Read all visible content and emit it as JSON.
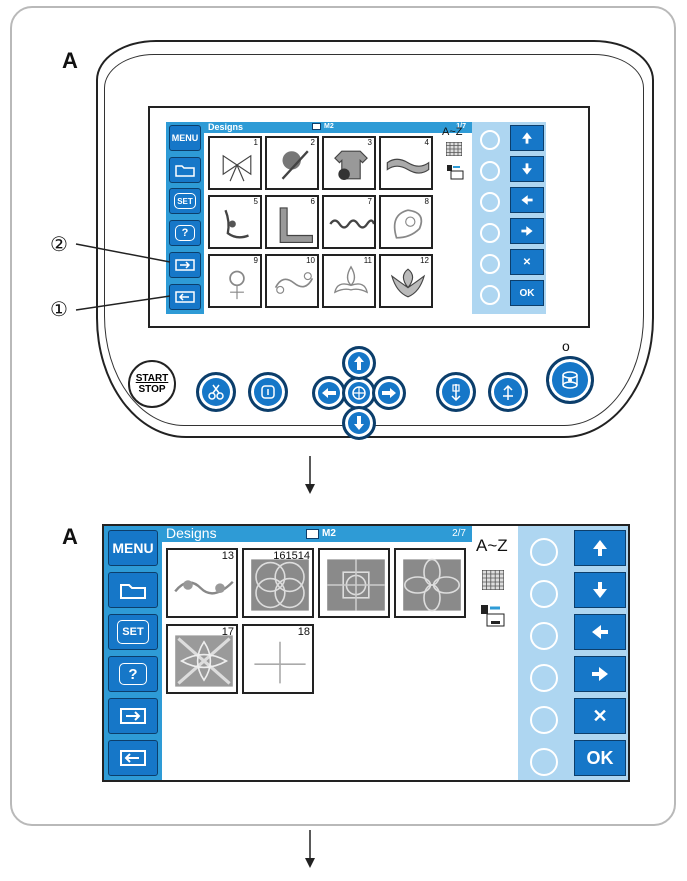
{
  "figure_label": "A",
  "callouts": [
    "②",
    "①"
  ],
  "hardware": {
    "start_stop_line1": "START",
    "start_stop_line2": "STOP",
    "indicator": "o",
    "buttons": [
      "scissors-icon",
      "auto-lock-icon",
      "jog-left-icon",
      "jog-center-icon",
      "jog-right-icon",
      "jog-up-icon",
      "jog-down-icon",
      "needle-up-down-icon",
      "presser-foot-icon",
      "bobbin-winder-icon"
    ]
  },
  "screen1": {
    "menu_label": "MENU",
    "set_label": "SET",
    "help_label": "?",
    "title": "Designs",
    "memory": "M2",
    "page": "1/7",
    "az": "A~Z",
    "ok_label": "OK",
    "close_label": "✕",
    "thumbs": [
      {
        "num": "1",
        "motif": "bow"
      },
      {
        "num": "2",
        "motif": "baseball"
      },
      {
        "num": "3",
        "motif": "shirt"
      },
      {
        "num": "4",
        "motif": "border"
      },
      {
        "num": "5",
        "motif": "shoe"
      },
      {
        "num": "6",
        "motif": "corner"
      },
      {
        "num": "7",
        "motif": "lace"
      },
      {
        "num": "8",
        "motif": "paisley"
      },
      {
        "num": "9",
        "motif": "flower"
      },
      {
        "num": "10",
        "motif": "scroll"
      },
      {
        "num": "11",
        "motif": "fleur"
      },
      {
        "num": "12",
        "motif": "fleur2"
      }
    ]
  },
  "screen2": {
    "menu_label": "MENU",
    "set_label": "SET",
    "help_label": "?",
    "title": "Designs",
    "memory": "M2",
    "page": "2/7",
    "az": "A~Z",
    "ok_label": "OK",
    "close_label": "✕",
    "thumbs": [
      {
        "num": "13",
        "motif": "vine"
      },
      {
        "num": "161514",
        "motif": "quilt"
      },
      {
        "num": "",
        "motif": "quilt2"
      },
      {
        "num": "",
        "motif": "quilt3"
      },
      {
        "num": "17",
        "motif": "quilt4"
      },
      {
        "num": "18",
        "motif": "cross"
      }
    ]
  },
  "colors": {
    "panel_blue": "#2e9bd6",
    "button_blue": "#1677c8",
    "light_blue": "#aed6f1"
  }
}
